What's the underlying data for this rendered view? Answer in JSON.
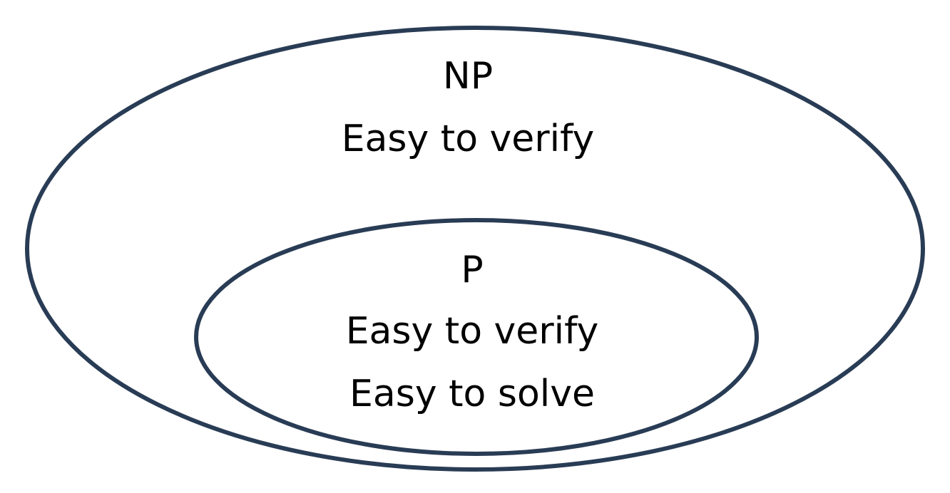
{
  "diagram": {
    "type": "nested-set-diagram",
    "outline_color": "#293c55",
    "text_color": "#000000",
    "outer_set": {
      "label": "NP",
      "lines": [
        "Easy to verify"
      ]
    },
    "inner_set": {
      "label": "P",
      "lines": [
        "Easy to verify",
        "Easy to solve"
      ]
    }
  }
}
